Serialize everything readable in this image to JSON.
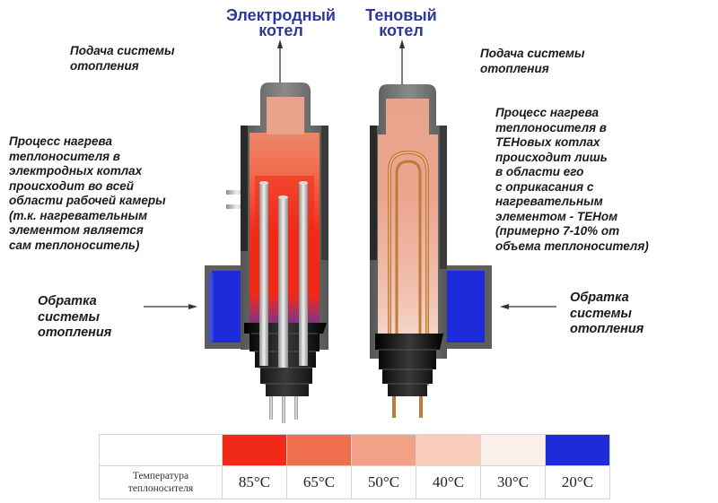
{
  "titles": {
    "electrode": [
      "Электродный",
      "котел"
    ],
    "ten": [
      "Теновый",
      "котел"
    ]
  },
  "labels": {
    "supply_left": [
      "Подача системы",
      "отопления"
    ],
    "supply_right": [
      "Подача системы",
      "отопления"
    ],
    "return_left": [
      "Обратка",
      "системы",
      "отопления"
    ],
    "return_right": [
      "Обратка",
      "системы",
      "отопления"
    ],
    "process_electrode": [
      "Процесс нагрева",
      "теплоносителя в",
      "электродных котлах",
      "происходит во всей",
      "области рабочей камеры",
      "(т.к. нагревательным",
      "элементом является",
      "сам теплоноситель)"
    ],
    "process_ten": [
      "Процесс нагрева",
      "теплоносителя в",
      " ТЕНовых котлах",
      "происходит лишь",
      "в области его",
      "с оприкасания с",
      "нагревательным",
      "элементом - ТЕНом",
      "(примерно 7-10% от",
      "объема теплоносителя)"
    ]
  },
  "legend": {
    "caption": [
      "Температура",
      "теплоносителя"
    ],
    "items": [
      {
        "label": "85°C",
        "color": "#f02a17"
      },
      {
        "label": "65°C",
        "color": "#ef6f4e"
      },
      {
        "label": "50°C",
        "color": "#f3a288"
      },
      {
        "label": "40°C",
        "color": "#f8cdbc"
      },
      {
        "label": "30°C",
        "color": "#fbf0e8"
      },
      {
        "label": "20°C",
        "color": "#1d2bd8"
      }
    ]
  },
  "colors": {
    "title": "#2b3a9a",
    "body_shell": "#666666",
    "base": "#111111",
    "return_pipe": "#1d2bd8",
    "electrode_rod": "#bdbdbd",
    "ten_element": "#c07a3c"
  }
}
